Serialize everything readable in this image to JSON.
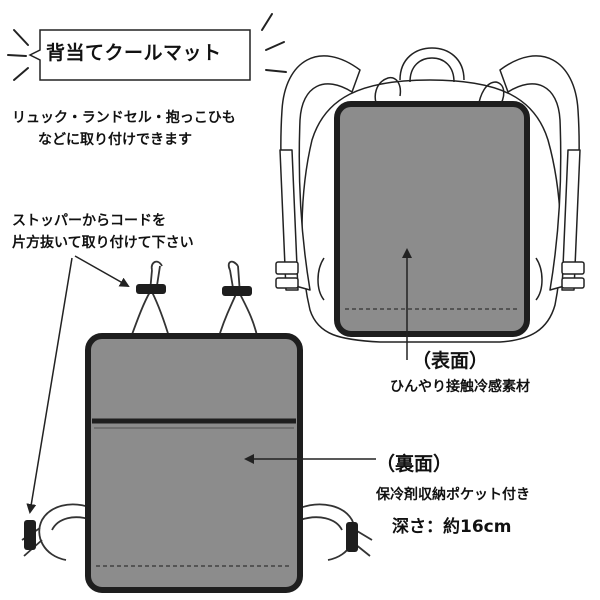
{
  "title": "背当てクールマット",
  "intro": {
    "line1": "リュック・ランドセル・抱っこひも",
    "line2": "などに取り付けできます"
  },
  "instruction": {
    "line1": "ストッパーからコードを",
    "line2": "片方抜いて取り付けて下さい"
  },
  "front": {
    "heading": "（表面）",
    "description": "ひんやり接触冷感素材"
  },
  "back": {
    "heading": "（裏面）",
    "description": "保冷剤収納ポケット付き",
    "depth": "深さ：約16cm"
  },
  "colors": {
    "panel": "#8c8c8c",
    "panel_border": "#1e1e1e",
    "outline": "#222222",
    "background": "#ffffff"
  },
  "icons": [
    "starburst-lines",
    "backpack-outline",
    "cord-stopper",
    "arrow"
  ]
}
